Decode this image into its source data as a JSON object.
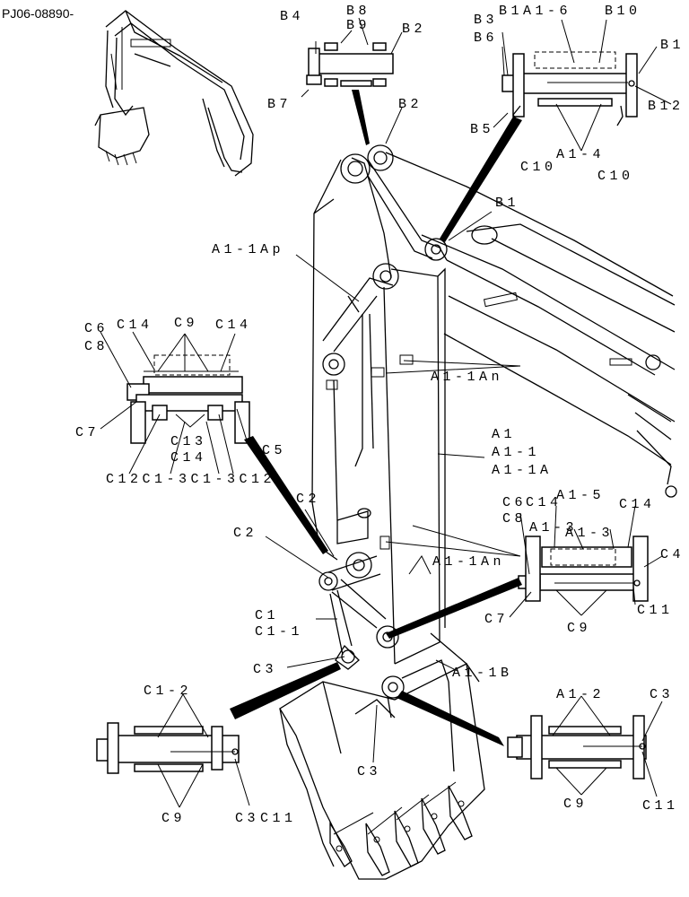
{
  "document_id": "PJ06-08890-",
  "labels": {
    "b4": "B4",
    "b8": "B8",
    "b9": "B9",
    "b2_top": "B2",
    "b7": "B7",
    "b3": "B3",
    "b1_a1_6": "B1A1-6",
    "b10": "B10",
    "b6": "B6",
    "b1_right": "B1",
    "b12": "B12",
    "b5": "B5",
    "a1_4_right": "A1-4",
    "c10_left": "C10",
    "c10_right": "C10",
    "b2_mid": "B2",
    "b1_mid": "B1",
    "a1_1ap": "A1-1Ap",
    "c6_left": "C6",
    "c14_left": "C14",
    "c9_left": "C9",
    "c14_left_b": "C14",
    "c8_left": "C8",
    "c7_left": "C7",
    "c13": "C13",
    "c14_mid": "C14",
    "c5": "C5",
    "c12_row": "C12C1-3C1-3C12",
    "a1_1an_upper": "A1-1An",
    "a1": "A1",
    "a1_1": "A1-1",
    "a1_1a": "A1-1A",
    "c2_upper": "C2",
    "c2_lower": "C2",
    "c6_right": "C6",
    "c14_r1": "C14",
    "a1_5": "A1-5",
    "c14_r2": "C14",
    "c8_right": "C8",
    "a1_3": "A1-3",
    "a1_3b": "A1-3",
    "c4": "C4",
    "a1_1an_lower": "A1-1An",
    "c7_right": "C7",
    "c9_right": "C9",
    "c11_right": "C11",
    "c1": "C1",
    "c1_1": "C1-1",
    "c3_mid": "C3",
    "a1_1b": "A1-1B",
    "c1_2": "C1-2",
    "a1_2": "A1-2",
    "c3_right": "C3",
    "c3_bottom": "C3",
    "c9_bl": "C9",
    "c3_bl": "C3",
    "c11_bl": "C11",
    "c9_br": "C9",
    "c11_br": "C11"
  }
}
